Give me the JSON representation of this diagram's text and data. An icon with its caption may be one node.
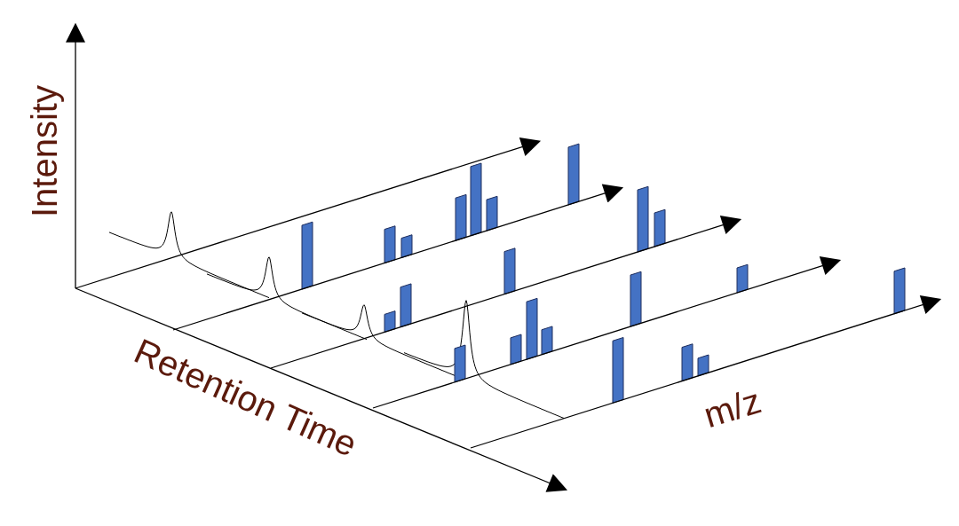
{
  "diagram": {
    "labels": [
      "Intensity",
      "Retention Time",
      "m/z"
    ]
  }
}
